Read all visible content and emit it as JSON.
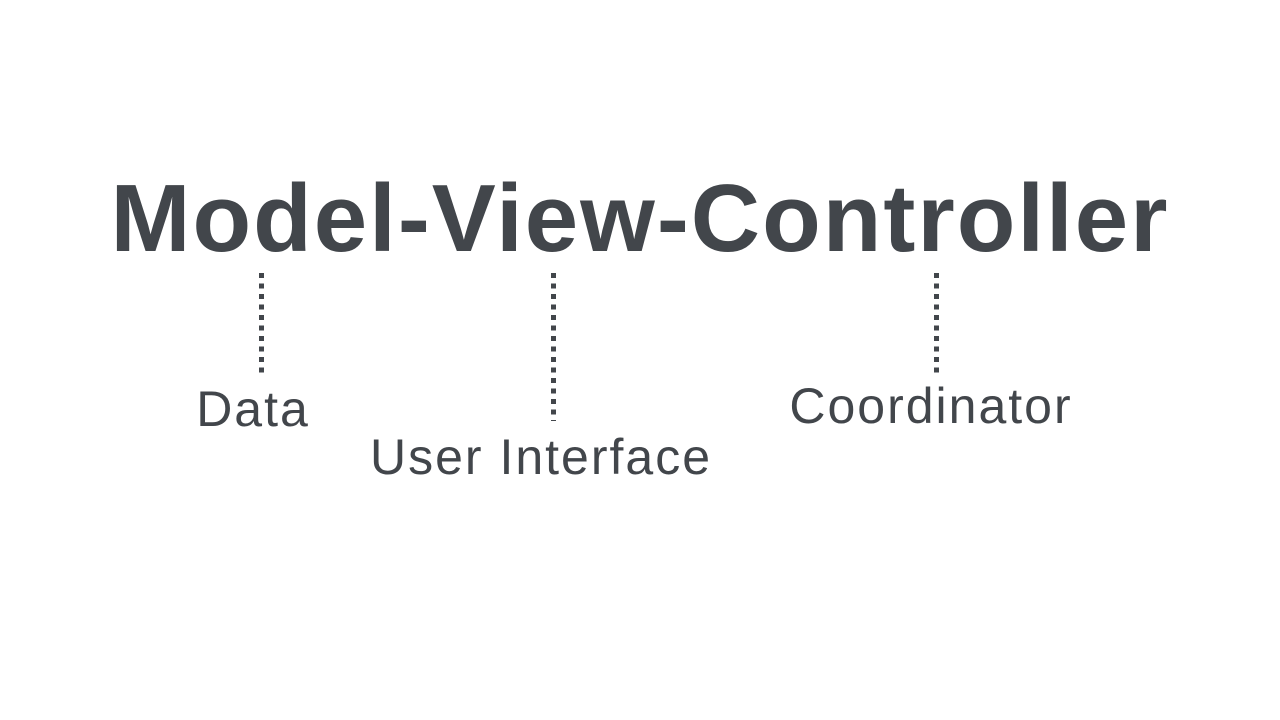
{
  "slide": {
    "title": "Model-View-Controller",
    "background_color": "#ffffff",
    "text_color": "#42464b",
    "annotations": [
      {
        "term": "Model",
        "label": "Data"
      },
      {
        "term": "View",
        "label": "User Interface"
      },
      {
        "term": "Controller",
        "label": "Coordinator"
      }
    ]
  }
}
